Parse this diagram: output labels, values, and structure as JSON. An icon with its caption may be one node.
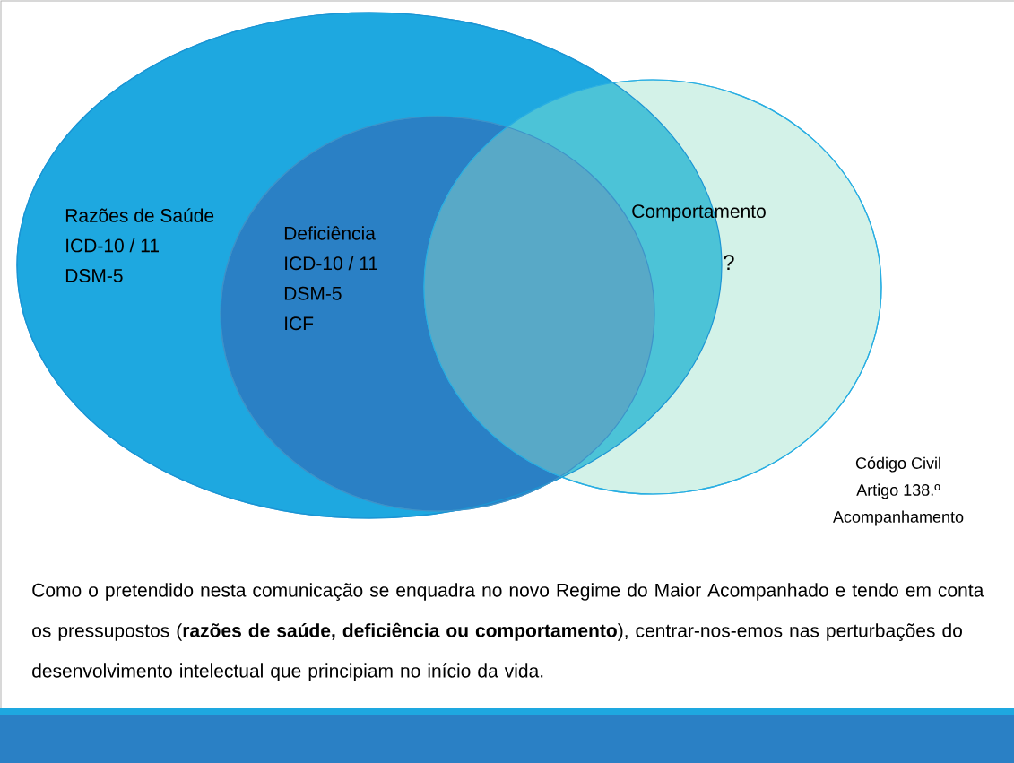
{
  "diagram": {
    "nodes": [
      {
        "text": [
          "Razões de Saúde",
          "ICD-10 / 11",
          "DSM-5"
        ]
      },
      {
        "text": [
          "Deficiência",
          "ICD-10 / 11",
          "DSM-5",
          "ICF"
        ],
        "in": 0
      },
      {
        "text": [
          "Comportamento",
          "?"
        ]
      }
    ],
    "labels": [
      "Código Civil",
      "Artigo 138.º",
      "Acompanhamento",
      "Como o pretendido nesta comunicação se enquadra no novo Regime do Maior Acompanhado e tendo em conta os pressupostos (**razões de saúde, deficiência ou comportamento**), centrar-nos-emos nas perturbações do desenvolvimento intelectual que principiam no início da vida."
    ]
  }
}
